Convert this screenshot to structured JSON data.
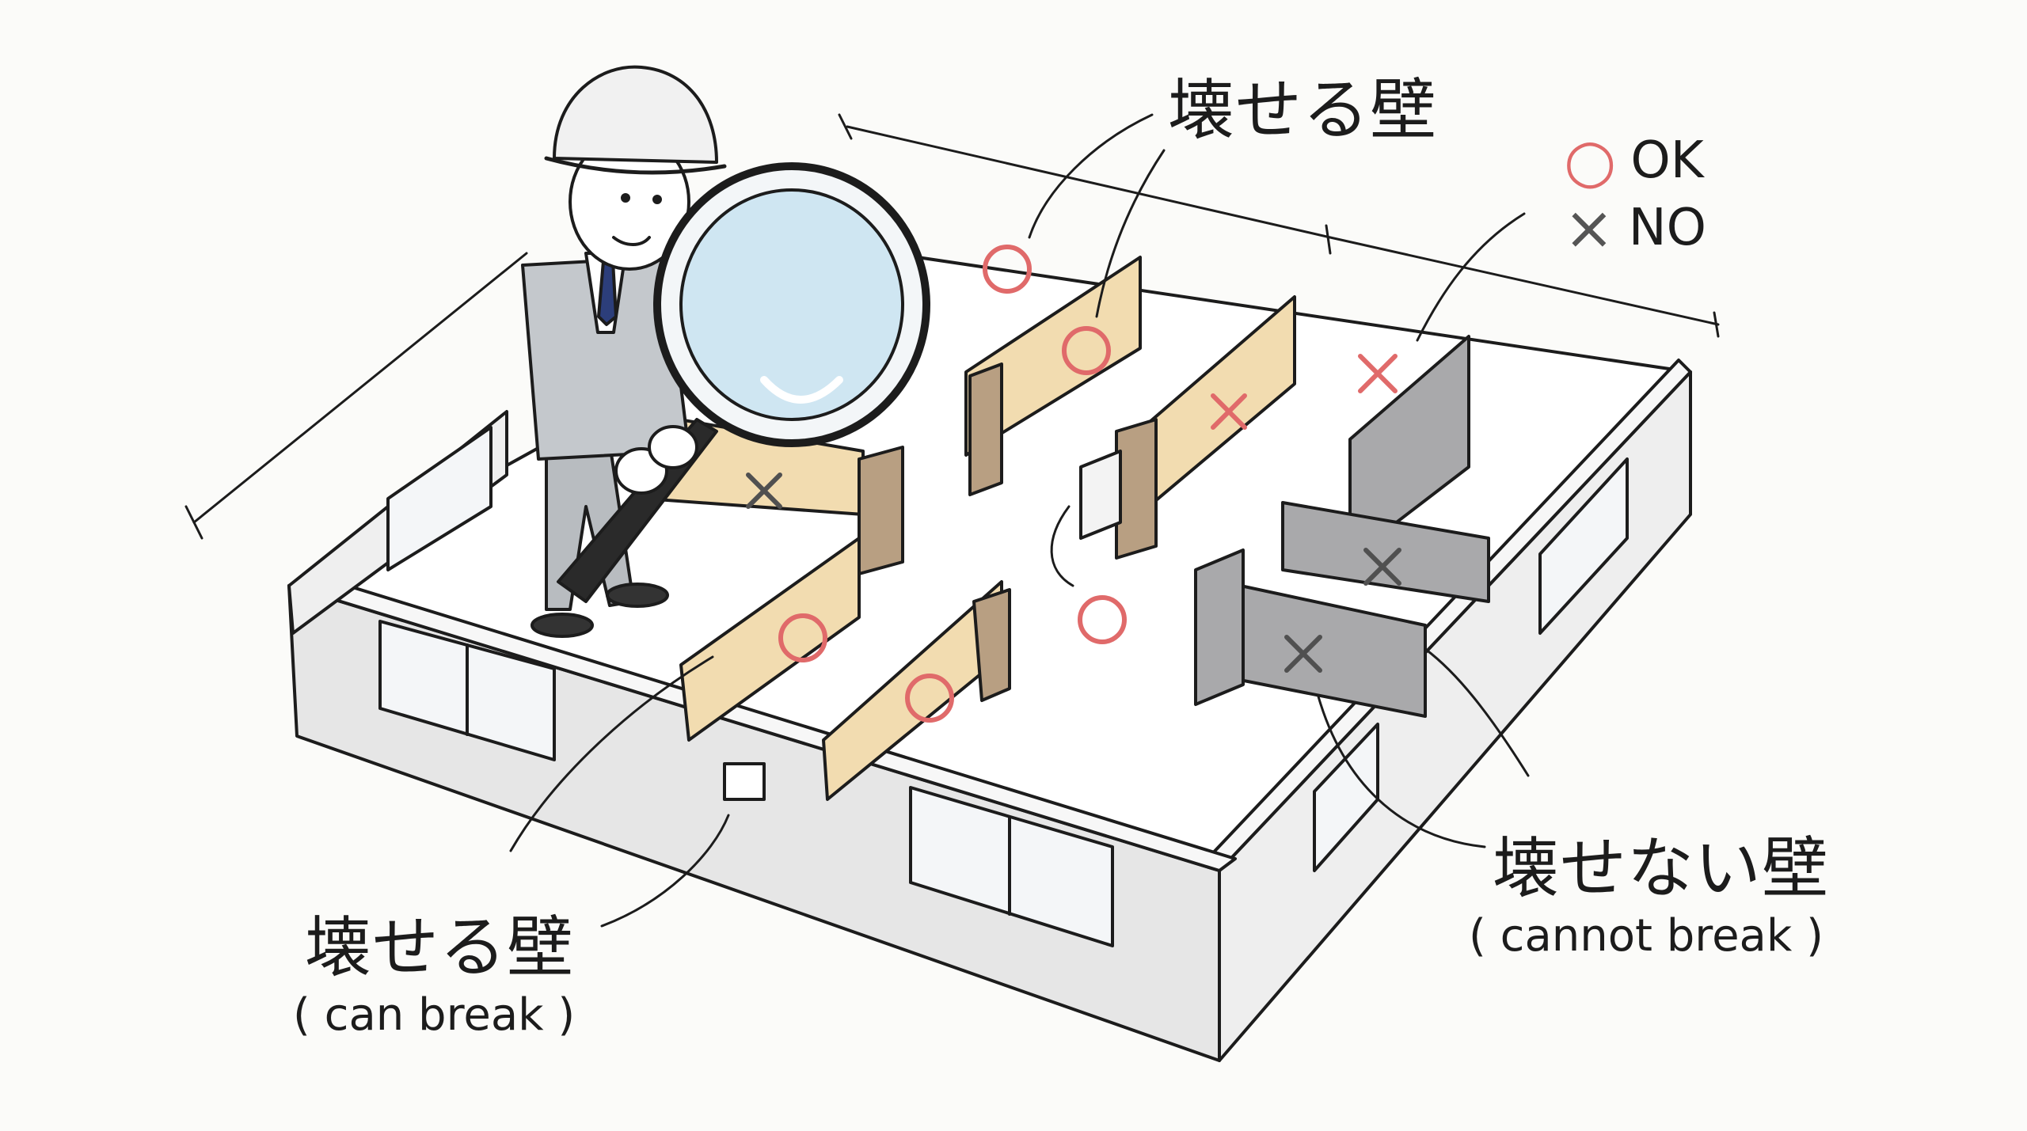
{
  "legend": {
    "ok": {
      "symbol": "○",
      "label": "OK",
      "color": "#e06a6a"
    },
    "no": {
      "symbol": "×",
      "label": "NO",
      "color": "#555555"
    }
  },
  "labels": {
    "top_breakable": "壊せる壁",
    "bottom_breakable": "壊せる壁",
    "bottom_breakable_en": "( can break )",
    "unbreakable": "壊せない壁",
    "unbreakable_en": "( cannot break )"
  },
  "colors": {
    "breakable_wall": "#f2dcb0",
    "structural_wall": "#a9a9ab",
    "post": "#b89f82",
    "ok_mark": "#e06a6a",
    "no_mark": "#505050",
    "ink": "#1c1c1c"
  }
}
